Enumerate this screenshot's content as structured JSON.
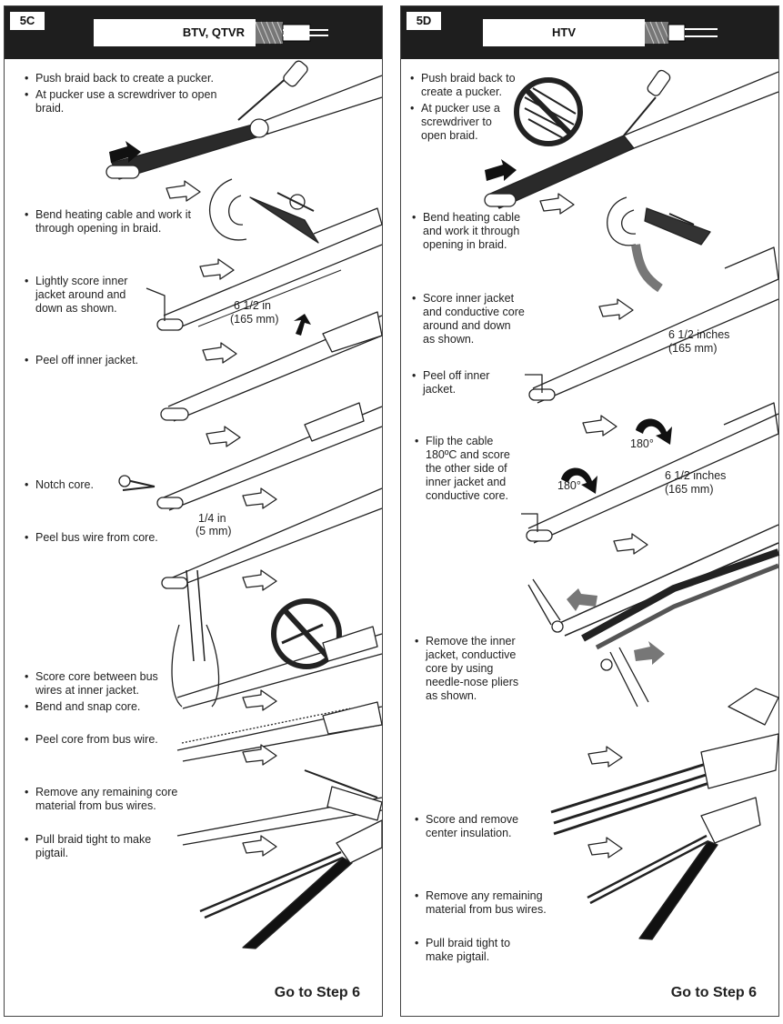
{
  "panel_5c": {
    "tag": "5C",
    "title": "BTV, QTVR",
    "steps": [
      {
        "items": [
          "Push braid back to create a pucker.",
          "At pucker use a screwdriver to open braid."
        ]
      },
      {
        "items": [
          "Bend heating cable and work it through opening in braid."
        ]
      },
      {
        "items": [
          "Lightly score inner jacket around and down as shown."
        ]
      },
      {
        "items": [
          "Peel off inner jacket."
        ]
      },
      {
        "items": [
          "Notch core."
        ]
      },
      {
        "items": [
          "Peel bus wire from core."
        ]
      },
      {
        "items": [
          "Score core between bus wires at inner jacket.",
          "Bend and snap core."
        ]
      },
      {
        "items": [
          "Peel core from bus wire."
        ]
      },
      {
        "items": [
          "Remove any remaining core material from bus wires."
        ]
      },
      {
        "items": [
          "Pull braid tight to make pigtail."
        ]
      }
    ],
    "dim_score_1": "6 1/2 in",
    "dim_score_2": "(165 mm)",
    "dim_notch_1": "1/4 in",
    "dim_notch_2": "(5 mm)",
    "goto": "Go to Step 6"
  },
  "panel_5d": {
    "tag": "5D",
    "title": "HTV",
    "steps": [
      {
        "items": [
          "Push braid back to create a pucker.",
          "At pucker use a screwdriver to open braid."
        ]
      },
      {
        "items": [
          "Bend heating cable and work it through opening in braid."
        ]
      },
      {
        "items": [
          "Score inner jacket and conductive core around and down as shown."
        ]
      },
      {
        "items": [
          "Peel off inner jacket."
        ]
      },
      {
        "items": [
          "Flip the cable 180ºC and score the other side of inner jacket and conductive core."
        ]
      },
      {
        "items": [
          "Remove the inner jacket, conductive core by using needle-nose pliers as shown."
        ]
      },
      {
        "items": [
          "Score and remove center insulation."
        ]
      },
      {
        "items": [
          "Remove any remaining material from bus wires."
        ]
      },
      {
        "items": [
          "Pull braid tight to make pigtail."
        ]
      }
    ],
    "dim_a_1": "6 1/2 inches",
    "dim_a_2": "(165 mm)",
    "dim_b_1": "6 1/2 inches",
    "dim_b_2": "(165 mm)",
    "rot_1": "180°",
    "rot_2": "180°",
    "goto": "Go to Step 6"
  }
}
